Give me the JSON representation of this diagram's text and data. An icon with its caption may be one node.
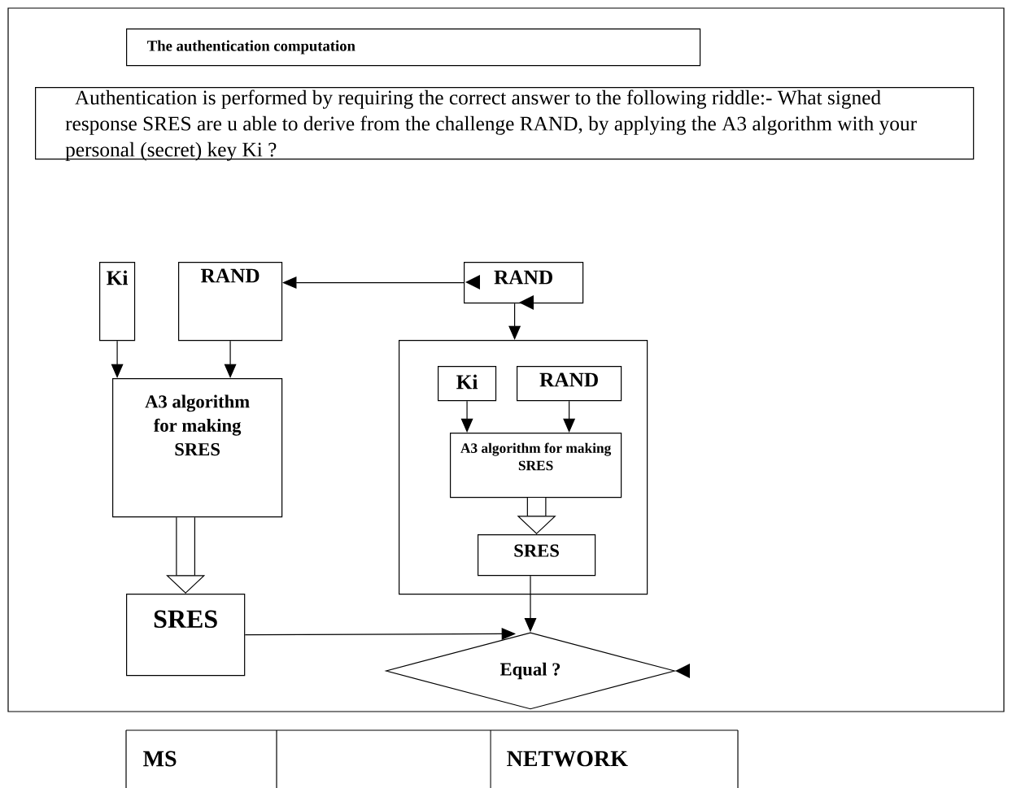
{
  "diagram": {
    "title": "The authentication computation",
    "nodes": [
      {
        "text": [
          "Authentication is performed by requiring the correct answer to the following riddle:- What signed response SRES are u able to derive from the challenge RAND, by applying the A3 algorithm with your personal (secret) key Ki ?"
        ]
      },
      {
        "text": [
          "Ki"
        ]
      },
      {
        "text": [
          "RAND"
        ]
      },
      {
        "text": [
          "A3 algorithm for making SRES"
        ]
      },
      {
        "text": [
          "SRES"
        ]
      },
      {
        "text": [
          "RAND"
        ]
      },
      {
        "text": [],
        "shape": "box"
      },
      {
        "text": [
          "Ki"
        ],
        "in": 6
      },
      {
        "text": [
          "RAND"
        ],
        "in": 6
      },
      {
        "text": [
          "A3 algorithm for making SRES"
        ],
        "in": 6
      },
      {
        "text": [
          "SRES"
        ],
        "in": 6
      },
      {
        "text": [
          "Equal ?"
        ]
      }
    ],
    "edges": [
      {
        "from": 5,
        "to": 2,
        "arrow": "to"
      },
      {
        "from": 5,
        "to": 6,
        "arrow": "to"
      },
      {
        "from": 1,
        "to": 3,
        "arrow": "to"
      },
      {
        "from": 2,
        "to": 3,
        "arrow": "to"
      },
      {
        "from": 3,
        "to": 4,
        "arrow": "to",
        "style": "thick"
      },
      {
        "from": 7,
        "to": 9,
        "arrow": "to"
      },
      {
        "from": 8,
        "to": 9,
        "arrow": "to"
      },
      {
        "from": 9,
        "to": 10,
        "arrow": "to",
        "style": "thick"
      },
      {
        "from": 10,
        "to": 11,
        "arrow": "to"
      },
      {
        "from": 4,
        "to": 11,
        "arrow": "to"
      }
    ],
    "labels": [
      "MS",
      "NETWORK"
    ]
  }
}
